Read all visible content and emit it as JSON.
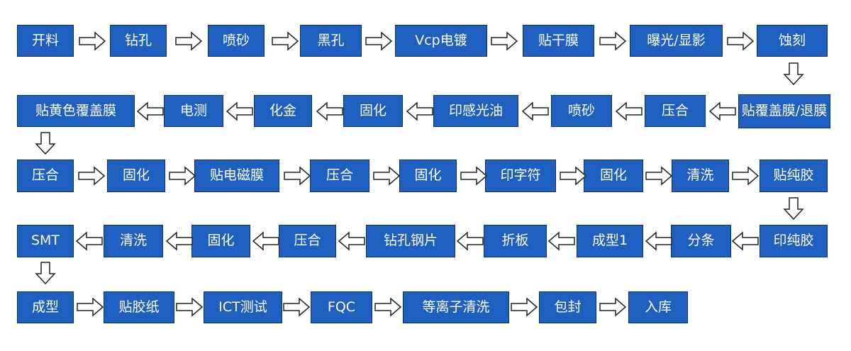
{
  "colors": {
    "box_fill": "#1f5fbf",
    "box_border": "#0d2f6e",
    "text": "#ffffff",
    "arrow_fill": "#ffffff",
    "arrow_stroke": "#222222"
  },
  "rows": [
    {
      "direction": "right",
      "steps": [
        "开料",
        "钻孔",
        "喷砂",
        "黑孔",
        "Vcp电镀",
        "贴干膜",
        "曝光/显影",
        "蚀刻"
      ]
    },
    {
      "direction": "left",
      "steps": [
        "贴覆盖膜/退膜",
        "压合",
        "喷砂",
        "印感光油",
        "固化",
        "化金",
        "电测",
        "贴黄色覆盖膜"
      ]
    },
    {
      "direction": "right",
      "steps": [
        "压合",
        "固化",
        "贴电磁膜",
        "压合",
        "固化",
        "印字符",
        "固化",
        "清洗",
        "贴纯胶"
      ]
    },
    {
      "direction": "left",
      "steps": [
        "印纯胶",
        "分条",
        "成型1",
        "折板",
        "钻孔钢片",
        "压合",
        "固化",
        "清洗",
        "SMT"
      ]
    },
    {
      "direction": "right",
      "steps": [
        "成型",
        "贴胶纸",
        "ICT测试",
        "FQC",
        "等离子清洗",
        "包封",
        "入库"
      ]
    }
  ]
}
